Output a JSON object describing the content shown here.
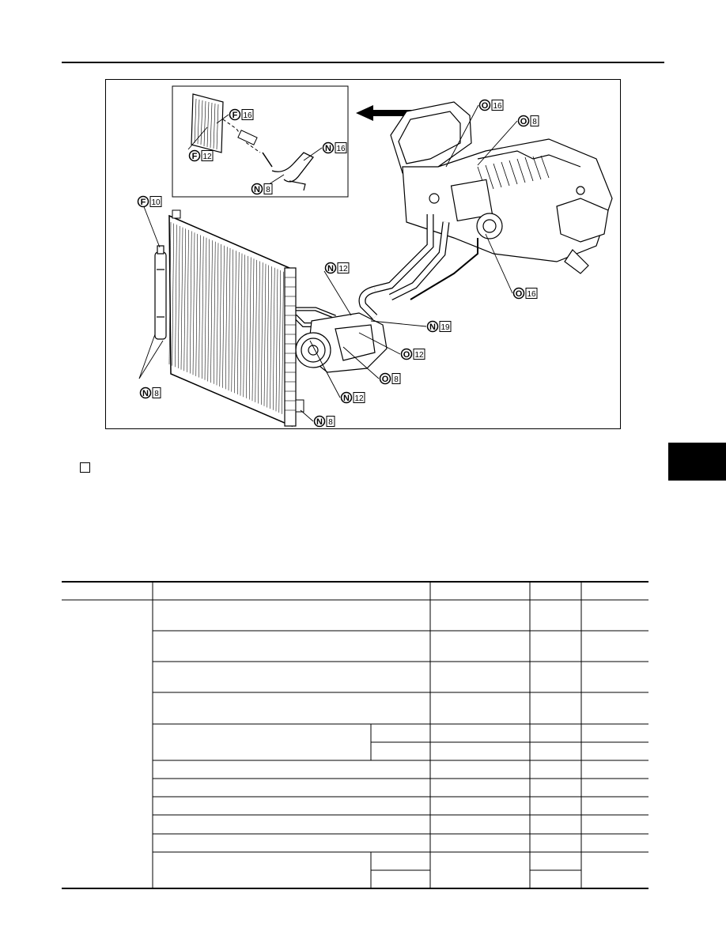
{
  "figure": {
    "callouts": [
      {
        "letter": "F",
        "num": "16"
      },
      {
        "letter": "F",
        "num": "12"
      },
      {
        "letter": "N",
        "num": "16"
      },
      {
        "letter": "N",
        "num": "8"
      },
      {
        "letter": "F",
        "num": "10"
      },
      {
        "letter": "O",
        "num": "16"
      },
      {
        "letter": "O",
        "num": "8"
      },
      {
        "letter": "N",
        "num": "12"
      },
      {
        "letter": "N",
        "num": "19"
      },
      {
        "letter": "O",
        "num": "12"
      },
      {
        "letter": "O",
        "num": "8"
      },
      {
        "letter": "N",
        "num": "12"
      },
      {
        "letter": "N",
        "num": "8"
      },
      {
        "letter": "N",
        "num": "8"
      },
      {
        "letter": "O",
        "num": "16"
      }
    ]
  },
  "colors": {
    "ink": "#000000",
    "paper": "#ffffff"
  }
}
